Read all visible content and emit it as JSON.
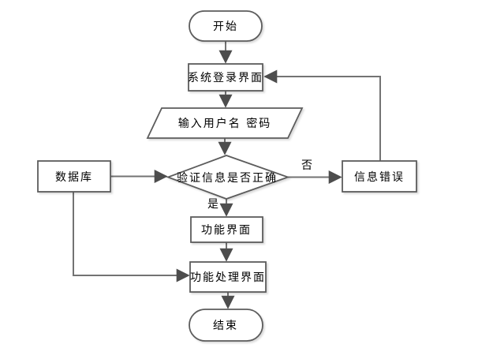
{
  "diagram": {
    "type": "flowchart",
    "language": "zh-CN",
    "colors": {
      "background": "#ffffff",
      "shape_fill": "#ffffff",
      "shape_border": "#5c5c5c",
      "connector": "#737373",
      "arrowhead": "#4d4d4d",
      "text": "#000000"
    },
    "nodes": {
      "start": {
        "label": "开始",
        "shape": "terminator"
      },
      "login": {
        "label": "系统登录界面",
        "shape": "process"
      },
      "input_credentials": {
        "label": "输入用户名 密码",
        "shape": "input-output"
      },
      "verify": {
        "label": "验证信息是否正确",
        "shape": "decision"
      },
      "database": {
        "label": "数据库",
        "shape": "process"
      },
      "info_error": {
        "label": "信息错误",
        "shape": "process"
      },
      "function_ui": {
        "label": "功能界面",
        "shape": "process"
      },
      "function_process_ui": {
        "label": "功能处理界面",
        "shape": "process"
      },
      "end": {
        "label": "结束",
        "shape": "terminator"
      }
    },
    "edge_labels": {
      "no": "否",
      "yes": "是"
    },
    "edges": [
      {
        "from": "start",
        "to": "login",
        "label": ""
      },
      {
        "from": "login",
        "to": "input_credentials",
        "label": ""
      },
      {
        "from": "input_credentials",
        "to": "verify",
        "label": ""
      },
      {
        "from": "database",
        "to": "verify",
        "label": ""
      },
      {
        "from": "verify",
        "to": "info_error",
        "label": "否"
      },
      {
        "from": "info_error",
        "to": "login",
        "label": ""
      },
      {
        "from": "verify",
        "to": "function_ui",
        "label": "是"
      },
      {
        "from": "function_ui",
        "to": "function_process_ui",
        "label": ""
      },
      {
        "from": "database",
        "to": "function_process_ui",
        "label": ""
      },
      {
        "from": "function_process_ui",
        "to": "end",
        "label": ""
      }
    ]
  }
}
